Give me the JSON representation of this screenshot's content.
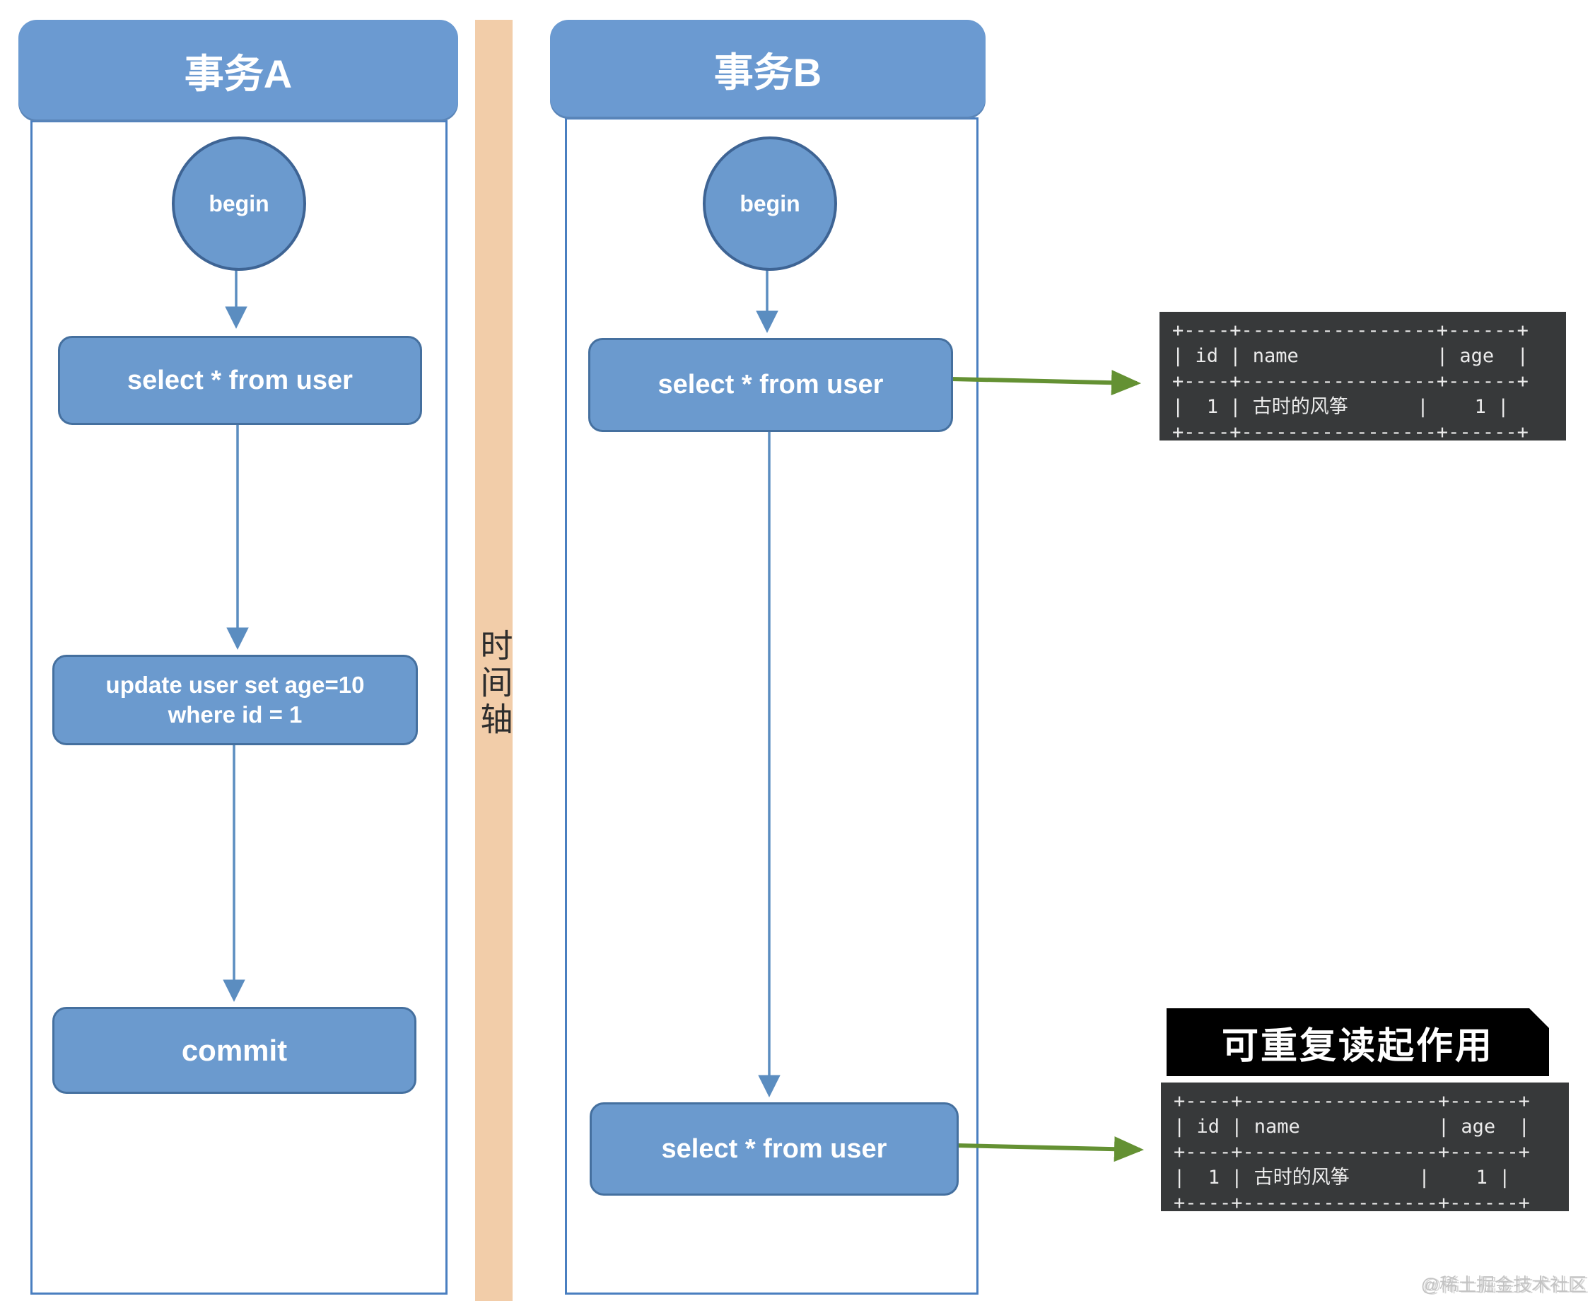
{
  "transaction_a": {
    "title": "事务A",
    "begin_label": "begin",
    "select_label": "select * from user",
    "update_line1": "update user set age=10",
    "update_line2": "where id = 1",
    "commit_label": "commit"
  },
  "transaction_b": {
    "title": "事务B",
    "begin_label": "begin",
    "select_first_label": "select * from user",
    "select_second_label": "select * from user"
  },
  "timeline": {
    "label": "时间轴"
  },
  "annotation": {
    "label": "可重复读起作用"
  },
  "result_first": {
    "columns": [
      "id",
      "name",
      "age"
    ],
    "rows": [
      [
        "1",
        "古时的风筝",
        "1"
      ]
    ],
    "ascii": "+----+-----------------+------+\n| id | name            | age  |\n+----+-----------------+------+\n|  1 | 古时的风筝      |    1 |\n+----+-----------------+------+"
  },
  "result_second": {
    "columns": [
      "id",
      "name",
      "age"
    ],
    "rows": [
      [
        "1",
        "古时的风筝",
        "1"
      ]
    ],
    "ascii": "+----+-----------------+------+\n| id | name            | age  |\n+----+-----------------+------+\n|  1 | 古时的风筝      |    1 |\n+----+-----------------+------+"
  },
  "watermark": "@稀土掘金技术社区",
  "colors": {
    "box_blue": "#6b9ace",
    "box_border": "#45709f",
    "lane_border": "#4a7fc0",
    "timeline_fill": "#f2cda9",
    "flow_arrow": "#5b8dc0",
    "result_arrow": "#649133",
    "table_bg": "#37393a",
    "annotation_bg": "#000000"
  }
}
